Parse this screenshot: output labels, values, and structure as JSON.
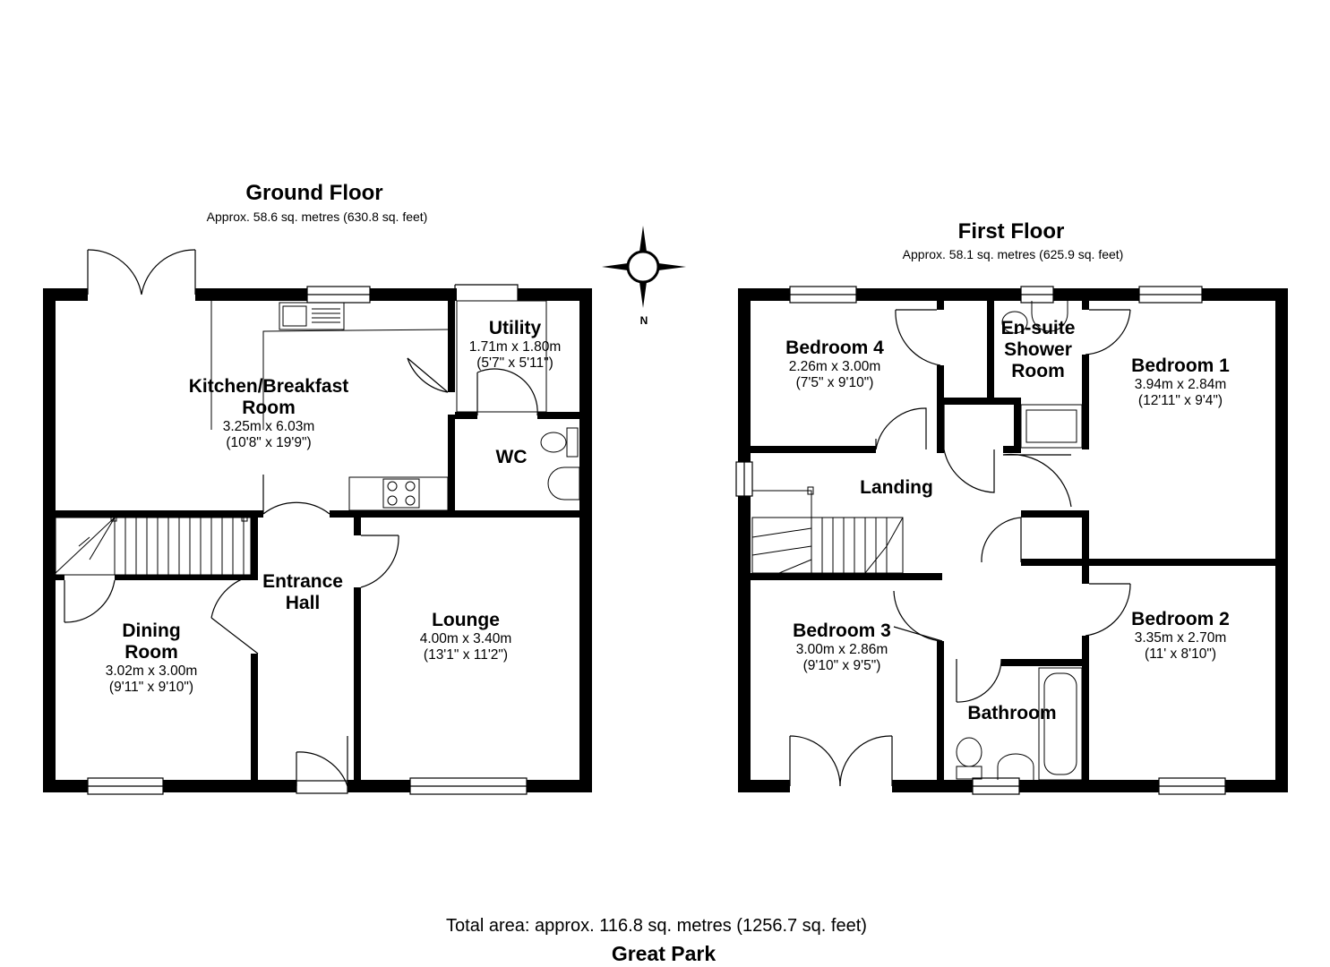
{
  "ground_floor": {
    "title": "Ground Floor",
    "area": "Approx. 58.6 sq. metres (630.8 sq. feet)",
    "rooms": [
      {
        "name": "Kitchen/Breakfast Room",
        "line1": "Kitchen/Breakfast",
        "line2": "Room",
        "metric": "3.25m x 6.03m",
        "imperial": "(10'8\" x 19'9\")"
      },
      {
        "name": "Utility",
        "metric": "1.71m x 1.80m",
        "imperial": "(5'7\" x 5'11\")"
      },
      {
        "name": "WC"
      },
      {
        "name": "Entrance Hall",
        "line1": "Entrance",
        "line2": "Hall"
      },
      {
        "name": "Dining Room",
        "line1": "Dining",
        "line2": "Room",
        "metric": "3.02m x 3.00m",
        "imperial": "(9'11\" x 9'10\")"
      },
      {
        "name": "Lounge",
        "metric": "4.00m x 3.40m",
        "imperial": "(13'1\" x 11'2\")"
      }
    ]
  },
  "first_floor": {
    "title": "First Floor",
    "area": "Approx. 58.1 sq. metres (625.9 sq. feet)",
    "rooms": [
      {
        "name": "Bedroom 4",
        "metric": "2.26m x 3.00m",
        "imperial": "(7'5\" x 9'10\")"
      },
      {
        "name": "En-suite Shower Room",
        "line1": "En-suite",
        "line2": "Shower",
        "line3": "Room"
      },
      {
        "name": "Bedroom 1",
        "metric": "3.94m x 2.84m",
        "imperial": "(12'11\" x 9'4\")"
      },
      {
        "name": "Landing"
      },
      {
        "name": "Bedroom 3",
        "metric": "3.00m x 2.86m",
        "imperial": "(9'10\" x 9'5\")"
      },
      {
        "name": "Bathroom"
      },
      {
        "name": "Bedroom 2",
        "metric": "3.35m x 2.70m",
        "imperial": "(11' x 8'10\")"
      }
    ]
  },
  "compass": {
    "north_label": "N"
  },
  "footer": {
    "total_area": "Total area: approx. 116.8 sq. metres (1256.7 sq. feet)",
    "property_name": "Great Park"
  }
}
